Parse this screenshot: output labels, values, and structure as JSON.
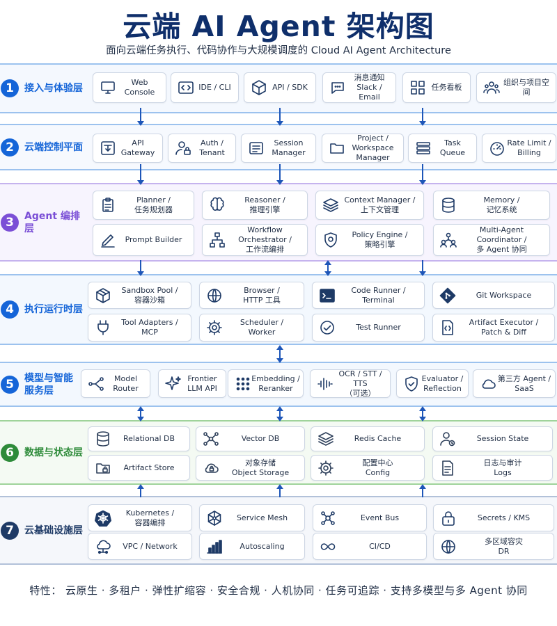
{
  "title": "云端 AI Agent 架构图",
  "subtitle": "面向云端任务执行、代码协作与大规模调度的  Cloud AI Agent Architecture",
  "footer": "特性： 云原生 · 多租户 · 弹性扩缩容 · 安全合规 · 人机协同 · 任务可追踪 · 支持多模型与多 Agent 协同",
  "colors": {
    "title": "#0f2f6b",
    "layer1": "#1565d8",
    "layer2": "#1565d8",
    "layer3": "#7b4fd6",
    "layer4": "#1565d8",
    "layer5": "#1565d8",
    "layer6": "#2e8b3a",
    "layer7": "#1e3a66"
  },
  "layers": [
    {
      "num": "1",
      "name": "接入与体验层",
      "cards": [
        {
          "icon": "monitor-icon",
          "label": "Web Console"
        },
        {
          "icon": "code-brackets-icon",
          "label": "IDE / CLI"
        },
        {
          "icon": "cube-icon",
          "label": "API / SDK"
        },
        {
          "icon": "chat-bubble-icon",
          "label": "消息通知\nSlack / Email"
        },
        {
          "icon": "grid-icon",
          "label": "任务看板"
        },
        {
          "icon": "users-icon",
          "label": "组织与项目空间"
        }
      ]
    },
    {
      "num": "2",
      "name": "云端控制平面",
      "cards": [
        {
          "icon": "gateway-icon",
          "label": "API Gateway"
        },
        {
          "icon": "user-lock-icon",
          "label": "Auth / Tenant"
        },
        {
          "icon": "session-icon",
          "label": "Session Manager"
        },
        {
          "icon": "folder-icon",
          "label": "Project /\nWorkspace Manager"
        },
        {
          "icon": "queue-icon",
          "label": "Task Queue"
        },
        {
          "icon": "gauge-icon",
          "label": "Rate Limit /\nBilling"
        }
      ]
    },
    {
      "num": "3",
      "name": "Agent 编排层",
      "cards": [
        {
          "icon": "clipboard-icon",
          "label": "Planner /\n任务规划器"
        },
        {
          "icon": "brain-icon",
          "label": "Reasoner /\n推理引擎"
        },
        {
          "icon": "layers-icon",
          "label": "Context Manager /\n上下文管理"
        },
        {
          "icon": "database-icon",
          "label": "Memory /\n记忆系统"
        },
        {
          "icon": "pen-icon",
          "label": "Prompt Builder"
        },
        {
          "icon": "workflow-icon",
          "label": "Workflow Orchestrator /\n工作流编排"
        },
        {
          "icon": "shield-gear-icon",
          "label": "Policy Engine /\n策略引擎"
        },
        {
          "icon": "multi-agent-icon",
          "label": "Multi-Agent Coordinator /\n多 Agent 协同"
        }
      ]
    },
    {
      "num": "4",
      "name": "执行运行时层",
      "cards": [
        {
          "icon": "sandbox-box-icon",
          "label": "Sandbox Pool /\n容器沙箱"
        },
        {
          "icon": "globe-icon",
          "label": "Browser /\nHTTP 工具"
        },
        {
          "icon": "terminal-icon",
          "label": "Code Runner /\nTerminal"
        },
        {
          "icon": "git-icon",
          "label": "Git Workspace"
        },
        {
          "icon": "plug-icon",
          "label": "Tool Adapters /\nMCP"
        },
        {
          "icon": "gear-icon",
          "label": "Scheduler /\nWorker"
        },
        {
          "icon": "check-circle-icon",
          "label": "Test Runner"
        },
        {
          "icon": "code-file-icon",
          "label": "Artifact Executor /\nPatch & Diff"
        }
      ]
    },
    {
      "num": "5",
      "name": "模型与智能\n服务层",
      "cards": [
        {
          "icon": "router-icon",
          "label": "Model Router"
        },
        {
          "icon": "sparkle-icon",
          "label": "Frontier\nLLM API"
        },
        {
          "icon": "dots-grid-icon",
          "label": "Embedding /\nReranker"
        },
        {
          "icon": "waveform-icon",
          "label": "OCR / STT / TTS\n（可选）"
        },
        {
          "icon": "shield-check-icon",
          "label": "Evaluator /\nReflection"
        },
        {
          "icon": "cloud-icon",
          "label": "第三方 Agent /\nSaaS"
        }
      ]
    },
    {
      "num": "6",
      "name": "数据与状态层",
      "cards": [
        {
          "icon": "database-icon",
          "label": "Relational DB"
        },
        {
          "icon": "network-icon",
          "label": "Vector DB"
        },
        {
          "icon": "layers-icon",
          "label": "Redis Cache"
        },
        {
          "icon": "user-state-icon",
          "label": "Session State"
        },
        {
          "icon": "folder-lock-icon",
          "label": "Artifact Store"
        },
        {
          "icon": "cloud-lock-icon",
          "label": "对象存储\nObject Storage"
        },
        {
          "icon": "gear-icon",
          "label": "配置中心\nConfig"
        },
        {
          "icon": "log-file-icon",
          "label": "日志与审计\nLogs"
        }
      ]
    },
    {
      "num": "7",
      "name": "云基础设施层",
      "cards": [
        {
          "icon": "kubernetes-icon",
          "label": "Kubernetes /\n容器编排"
        },
        {
          "icon": "mesh-icon",
          "label": "Service Mesh"
        },
        {
          "icon": "event-bus-icon",
          "label": "Event Bus"
        },
        {
          "icon": "lock-icon",
          "label": "Secrets / KMS"
        },
        {
          "icon": "cloud-network-icon",
          "label": "VPC / Network"
        },
        {
          "icon": "bar-chart-icon",
          "label": "Autoscaling"
        },
        {
          "icon": "infinity-icon",
          "label": "CI/CD"
        },
        {
          "icon": "globe-icon",
          "label": "多区域容灾\nDR"
        }
      ]
    }
  ]
}
